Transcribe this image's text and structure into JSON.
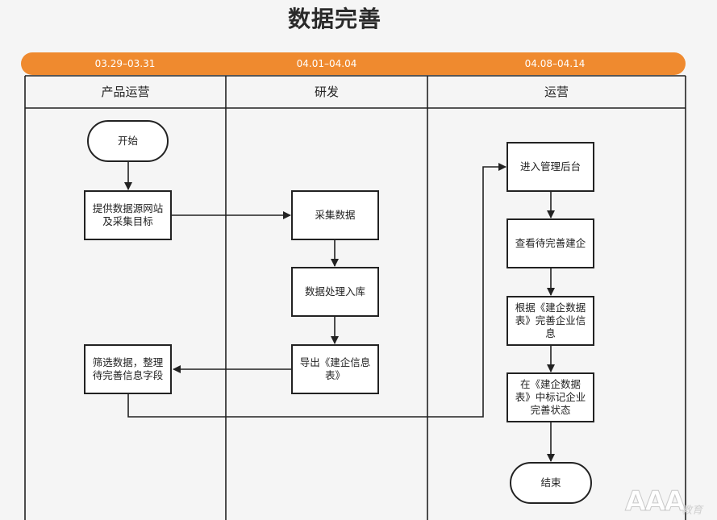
{
  "title": "数据完善",
  "phases": [
    "03.29–03.31",
    "04.01–04.04",
    "04.08–04.14"
  ],
  "lanes": [
    "产品运营",
    "研发",
    "运营"
  ],
  "nodes": {
    "start": "开始",
    "provide_sources": "提供数据源网站及采集目标",
    "collect_data": "采集数据",
    "process_data": "数据处理入库",
    "export_table": "导出《建企信息表》",
    "filter_data": "筛选数据，整理待完善信息字段",
    "enter_backend": "进入管理后台",
    "view_pending": "查看待完善建企",
    "complete_info": "根据《建企数据表》完善企业信息",
    "mark_status": "在《建企数据表》中标记企业完善状态",
    "end": "结束"
  },
  "watermark": "AAA",
  "watermark_sub": "教育",
  "colors": {
    "accent": "#ef8a2f",
    "line": "#222222",
    "background": "#f5f5f5"
  }
}
